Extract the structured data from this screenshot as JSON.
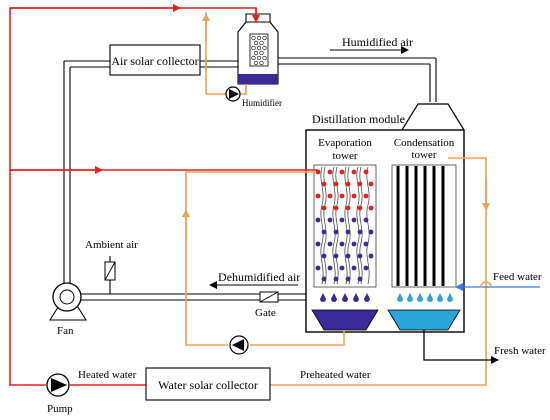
{
  "labels": {
    "air_solar_collector": "Air solar collector",
    "humidified_air": "Humidified air",
    "humidifier": "Humidifier",
    "distillation_module": "Distillation module",
    "evaporation_tower_1": "Evaporation",
    "evaporation_tower_2": "tower",
    "condensation_tower_1": "Condensation",
    "condensation_tower_2": "tower",
    "ambient_air": "Ambient air",
    "dehumidified_air": "Dehumidified air",
    "feed_water": "Feed water",
    "gate": "Gate",
    "fan": "Fan",
    "fresh_water": "Fresh water",
    "heated_water": "Heated water",
    "water_solar_collector": "Water solar collector",
    "preheated_water": "Preheated water",
    "pump": "Pump"
  },
  "colors": {
    "hot_water_line": "#e8201c",
    "warm_water_line": "#f0a050",
    "feed_water_line": "#3a7bd5",
    "evaporation_tray": "#3a2a9a",
    "condensation_tray": "#2aa4d8",
    "hot_droplet": "#e8201c",
    "cold_droplet": "#3a2a9a",
    "condensate_droplet": "#2aa4d8"
  }
}
